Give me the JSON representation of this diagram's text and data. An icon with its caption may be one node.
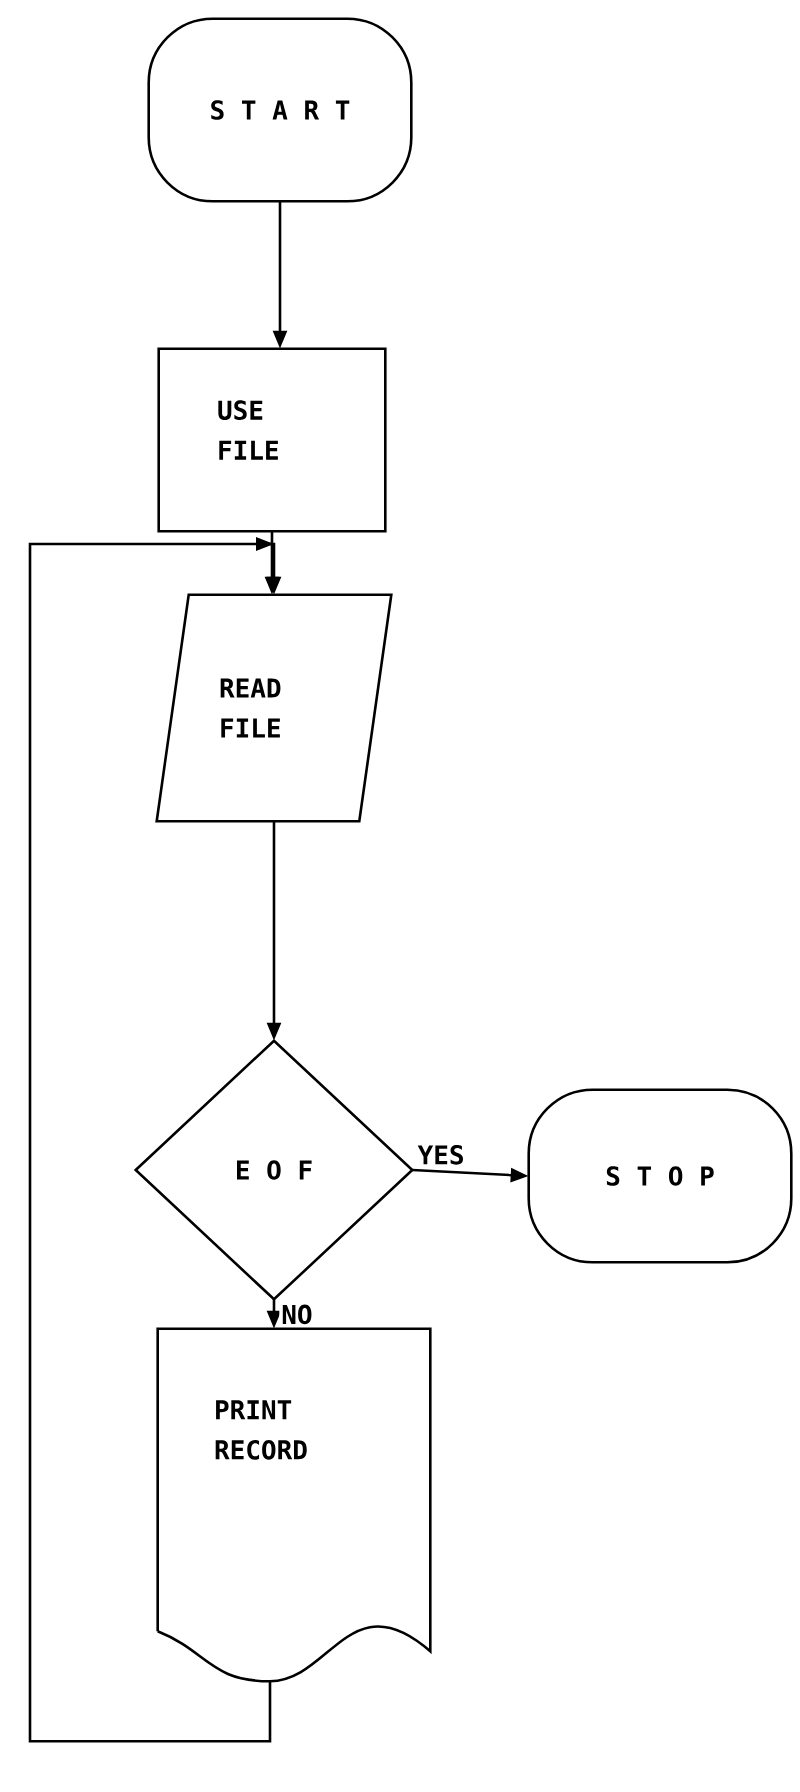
{
  "diagram": {
    "nodes": [
      {
        "text": [
          "S T A R T"
        ]
      },
      {
        "text": [
          "USE FILE"
        ]
      },
      {
        "text": [
          "READ FILE"
        ]
      },
      {
        "text": [
          "E O F"
        ]
      },
      {
        "text": [
          "S T O P"
        ]
      },
      {
        "text": [
          "PRINT RECORD"
        ]
      }
    ],
    "edges": [
      {
        "from": 0,
        "to": 1,
        "arrow": "to"
      },
      {
        "from": 1,
        "to": 2,
        "arrow": "to"
      },
      {
        "from": 2,
        "to": 3,
        "arrow": "to"
      },
      {
        "from": 3,
        "to": 4,
        "arrow": "to",
        "label": "YES"
      },
      {
        "from": 3,
        "to": 5,
        "arrow": "to",
        "label": "NO"
      },
      {
        "from": 5,
        "to": 2,
        "arrow": "to"
      }
    ]
  }
}
